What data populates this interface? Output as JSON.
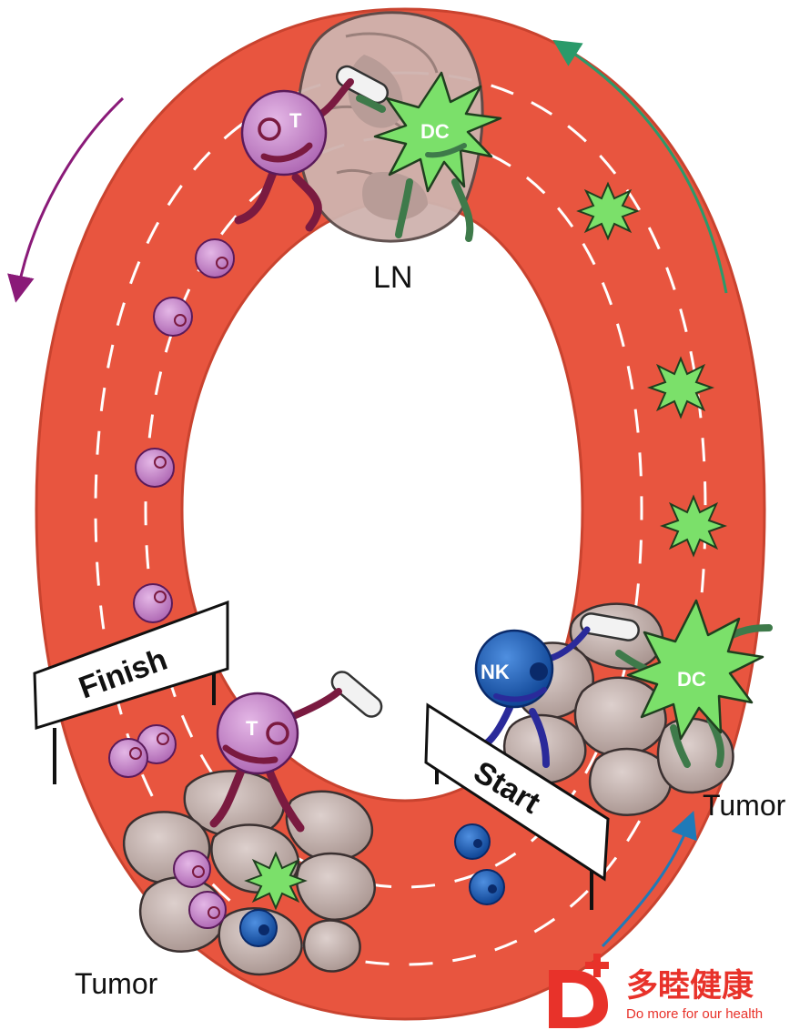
{
  "labels": {
    "ln": "LN",
    "tumor_right": "Tumor",
    "tumor_left": "Tumor",
    "finish": "Finish",
    "start": "Start"
  },
  "cells": {
    "t_cell": "T",
    "dc_cell": "DC",
    "nk_cell": "NK"
  },
  "watermark": {
    "cn_text": "多睦健康",
    "en_text": "Do more for our health",
    "logo_letter": "D"
  },
  "colors": {
    "track": "#e8553f",
    "track_edge": "#c9432f",
    "t_cell": "#c07bc4",
    "nk_cell": "#1a5db0",
    "dc_cell": "#7be06a",
    "tissue": "#c9b8b4",
    "arrow_purple": "#8a1a78",
    "arrow_green": "#2a9a6a",
    "arrow_blue": "#1f7ab8",
    "brand": "#e8322a"
  }
}
